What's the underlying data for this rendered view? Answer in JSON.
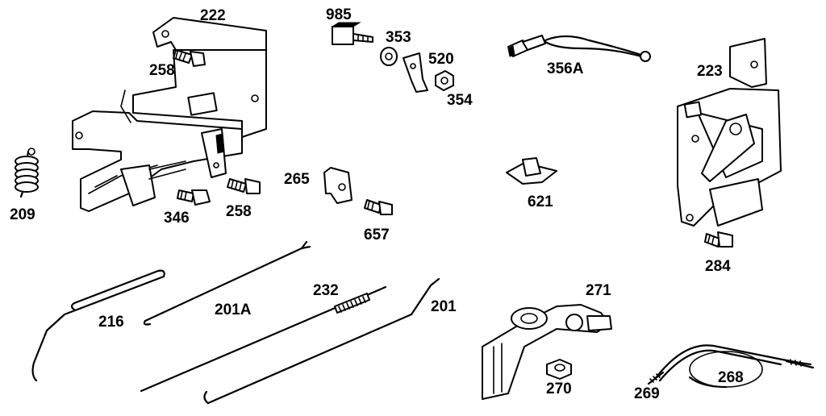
{
  "labels": {
    "p222": "222",
    "p258a": "258",
    "p209": "209",
    "p346": "346",
    "p258b": "258",
    "p985": "985",
    "p353": "353",
    "p520": "520",
    "p354": "354",
    "p356a": "356A",
    "p265": "265",
    "p657": "657",
    "p621": "621",
    "p223": "223",
    "p284": "284",
    "p216": "216",
    "p201a": "201A",
    "p232": "232",
    "p201": "201",
    "p271": "271",
    "p270": "270",
    "p268": "268",
    "p269": "269"
  }
}
